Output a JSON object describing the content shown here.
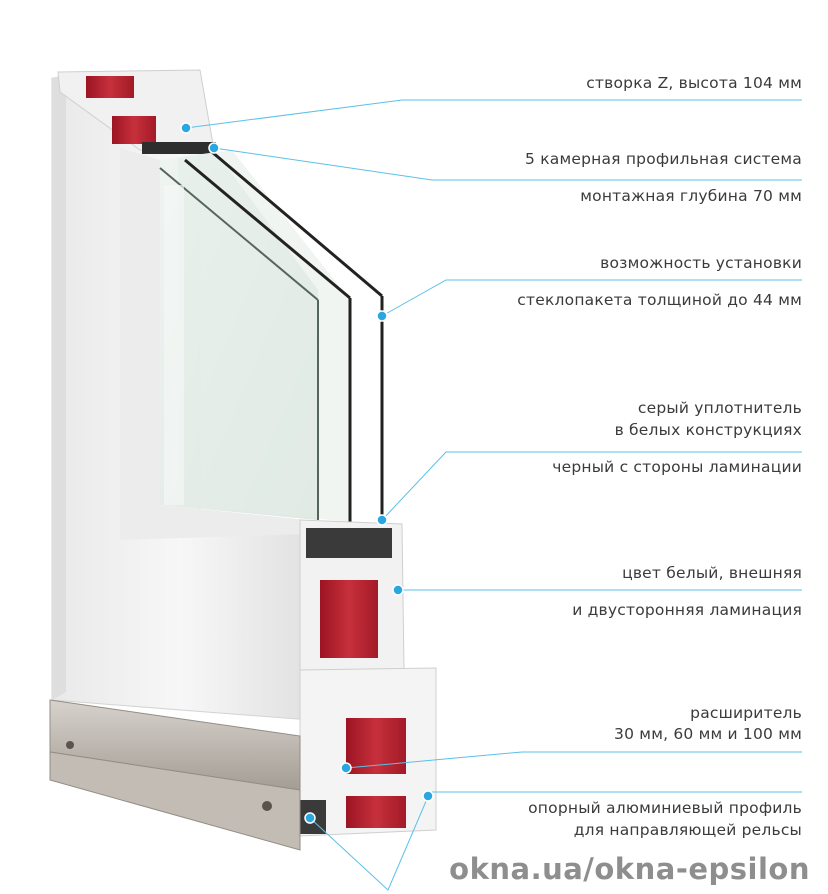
{
  "labels": {
    "sash": "створка Z, высота 104 мм",
    "profile_system": "5 камерная профильная система",
    "mount_depth": "монтажная глубина 70 мм",
    "install_line1": "возможность установки",
    "install_line2": "стеклопакета толщиной до 44 мм",
    "seal_line1": "серый уплотнитель",
    "seal_line2": "в белых конструкциях",
    "seal_line3": "черный с стороны ламинации",
    "color_line1": "цвет белый, внешняя",
    "color_line2": "и двусторонняя ламинация",
    "expander_line1": "расширитель",
    "expander_line2": "30 мм, 60 мм и 100 мм",
    "rail_line1": "опорный алюминиевый профиль",
    "rail_line2": "для направляющей рельсы"
  },
  "watermark": "okna.ua/okna-epsilon",
  "colors": {
    "leader_line": "#5bc0e8",
    "marker_dot": "#2aa6e0",
    "reinforcement_red": "#b8202c",
    "frame_white": "#f3f3f3",
    "rail_grey": "#b9b3ad"
  }
}
